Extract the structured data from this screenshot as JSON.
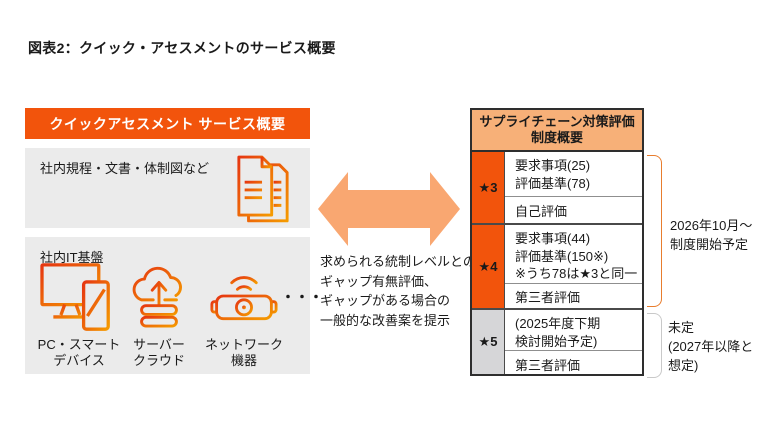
{
  "title": "図表2：クイック・アセスメントのサービス概要",
  "colors": {
    "accent_orange": "#F2540C",
    "peach_header": "#F7B078",
    "arrow_fill": "#F9A771",
    "section_gray": "#EBEBEB",
    "star5_gray": "#D6D6D8",
    "bracket_orange": "#E87D2E",
    "bracket_gray": "#C9C9C9",
    "icon_gradient_start": "#E63611",
    "icon_gradient_end": "#F59B00"
  },
  "left_panel": {
    "header": "クイックアセスメント サービス概要",
    "documents_section": {
      "label": "社内規程・文書・体制図など",
      "icon": "document-icon"
    },
    "it_section": {
      "label": "社内IT基盤",
      "items": [
        {
          "icon": "pc-smart-device-icon",
          "label": [
            "PC・スマート",
            "デバイス"
          ]
        },
        {
          "icon": "server-cloud-icon",
          "label": [
            "サーバー",
            "クラウド"
          ]
        },
        {
          "icon": "network-device-icon",
          "label": [
            "ネットワーク",
            "機器"
          ]
        }
      ],
      "ellipsis": "・・・"
    }
  },
  "center": {
    "arrow": "bidirectional-arrow",
    "description": [
      "求められる統制レベルとの",
      "ギャップ有無評価、",
      "ギャップがある場合の",
      "一般的な改善案を提示"
    ]
  },
  "right_table": {
    "header": [
      "サプライチェーン対策評価",
      "制度概要"
    ],
    "rows": [
      {
        "star": "★3",
        "requirements": [
          "要求事項(25)",
          "評価基準(78)"
        ],
        "evaluation": "自己評価"
      },
      {
        "star": "★4",
        "requirements": [
          "要求事項(44)",
          "評価基準(150※)",
          "※うち78は★3と同一"
        ],
        "evaluation": "第三者評価"
      },
      {
        "star": "★5",
        "requirements": [
          "(2025年度下期",
          "検討開始予定)"
        ],
        "evaluation": "第三者評価"
      }
    ]
  },
  "annotations": [
    {
      "text": [
        "2026年10月〜",
        "制度開始予定"
      ]
    },
    {
      "text": [
        "未定",
        "(2027年以降と",
        "想定)"
      ]
    }
  ]
}
